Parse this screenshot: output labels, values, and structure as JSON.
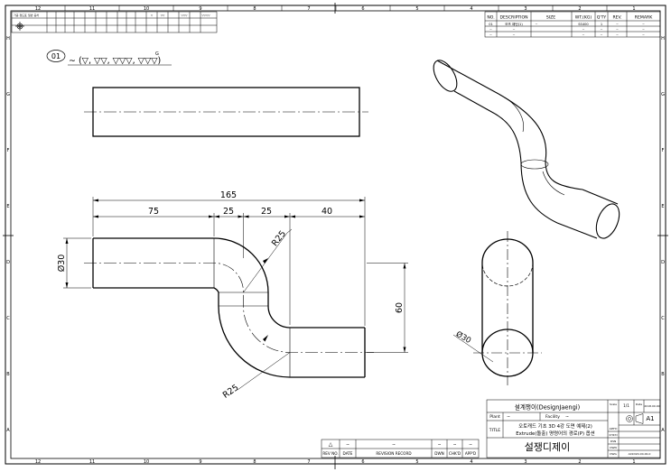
{
  "border": {
    "top_zones": [
      "12",
      "11",
      "10",
      "9",
      "8",
      "7",
      "6",
      "5",
      "4",
      "3",
      "2",
      "1"
    ],
    "bottom_zones": [
      "12",
      "11",
      "10",
      "9",
      "8",
      "7",
      "6",
      "5",
      "4",
      "3",
      "2",
      "1"
    ],
    "left_zones": [
      "H",
      "G",
      "F",
      "E",
      "D",
      "C",
      "B",
      "A"
    ],
    "right_zones": [
      "H",
      "G",
      "F",
      "E",
      "D",
      "C",
      "B",
      "A"
    ]
  },
  "surface_note": {
    "item_no": "01",
    "text": "∼ (▽, ▽▽, ▽▽▽, ▽▽▽)",
    "superscript": "G"
  },
  "parts_list": {
    "headers": [
      "NO.",
      "DESCRIPTION",
      "SIZE",
      "WT.(KG)",
      "Q'TY",
      "REV.",
      "REMARK"
    ],
    "rows": [
      [
        "01",
        "모프 패턴(1)",
        "~",
        "SS400",
        "1",
        "~",
        "~"
      ],
      [
        "~",
        "~",
        "",
        "~",
        "~",
        "~",
        "~"
      ],
      [
        "~",
        "~",
        "",
        "~",
        "~",
        "~",
        "~"
      ]
    ]
  },
  "dimensions": {
    "overall": "165",
    "seg1": "75",
    "seg2": "25",
    "seg3": "25",
    "seg4": "40",
    "height": "60",
    "diameter_left": "Ø30",
    "diameter_end": "Ø30",
    "radius_top": "R25",
    "radius_bottom": "R25"
  },
  "title_block": {
    "company": "설계쟁이(DesignJaengi)",
    "scale_label": "Scale",
    "scale_value": "1/1",
    "date_label": "Date",
    "date_value": "2018.00.00",
    "plant_label": "Plant",
    "plant_value": "~",
    "facility_label": "Facility",
    "facility_value": "~",
    "title_label": "TITLE",
    "title_line1": "오토캐드 기초 3D 4강 도면 예제(2)",
    "title_line2": "Extrude(돌출) 명령어의 경로(P) 옵션",
    "sheet_size": "A1",
    "logo_text": "설쟁디제이",
    "approvals": [
      "APP'D",
      "CHK'D",
      "DSN",
      "DWN"
    ],
    "dwg_no_label": "DWG",
    "dwg_no": "A01D20-00-00-0"
  },
  "revision_block": {
    "symbol": "△",
    "headers": [
      "REV NO.",
      "DATE",
      "REVISION RECORD",
      "DWN",
      "CHK'D",
      "APP'D"
    ],
    "row": [
      "~",
      "~",
      "~",
      "~",
      "~",
      "~"
    ]
  },
  "tolerance_table": {
    "title_left": "가공 정도표",
    "title_right": "일반 공차",
    "headers": [
      "▽",
      "▽▽",
      "▽▽▽",
      "▽▽▽▽"
    ]
  }
}
